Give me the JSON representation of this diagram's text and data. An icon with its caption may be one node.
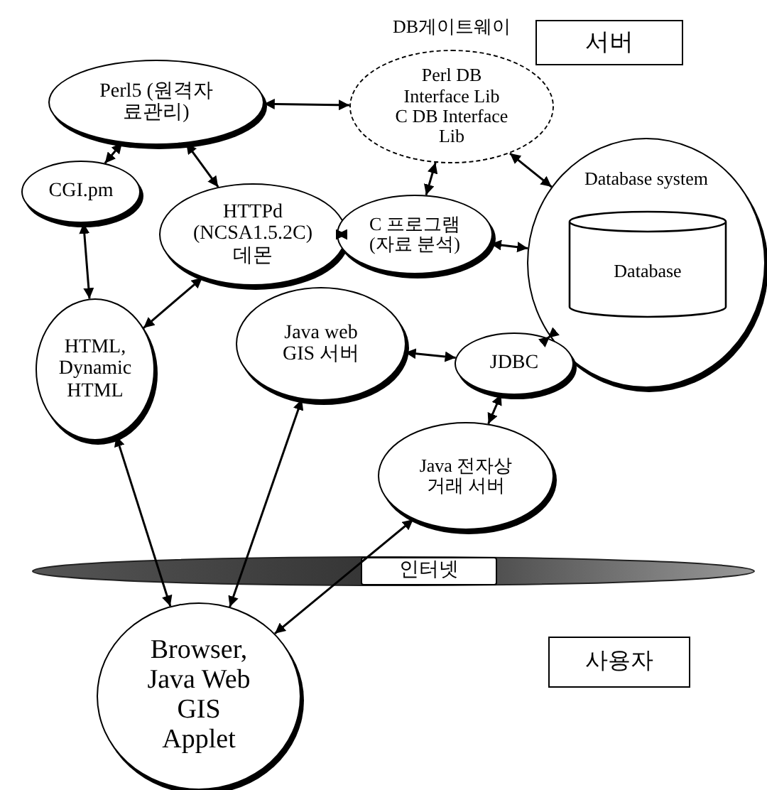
{
  "diagram": {
    "nodes": [
      {
        "text": [
          "Perl5 (원격자료관리)"
        ]
      },
      {
        "text": [
          "DB게이트웨이",
          "Perl DB Interface Lib",
          "C DB Interface Lib"
        ]
      },
      {
        "text": [
          "서버"
        ]
      },
      {
        "text": [
          "CGI.pm"
        ]
      },
      {
        "text": [
          "HTTPd (NCSA1.5.2C) 데몬"
        ]
      },
      {
        "text": [
          "C 프로그램 (자료 분석)"
        ]
      },
      {
        "text": [
          "Database system"
        ]
      },
      {
        "text": [
          "Database"
        ],
        "in": 6
      },
      {
        "text": [
          "HTML, Dynamic HTML"
        ]
      },
      {
        "text": [
          "Java web GIS 서버"
        ]
      },
      {
        "text": [
          "JDBC"
        ]
      },
      {
        "text": [
          "Java 전자상거래 서버"
        ]
      },
      {
        "text": [
          "인터넷"
        ]
      },
      {
        "text": [
          "Browser, Java Web GIS Applet"
        ]
      },
      {
        "text": [
          "사용자"
        ]
      }
    ],
    "edges": [
      {
        "from": 0,
        "to": 1,
        "arrow": "both"
      },
      {
        "from": 0,
        "to": 3,
        "arrow": "both"
      },
      {
        "from": 0,
        "to": 4,
        "arrow": "both"
      },
      {
        "from": 1,
        "to": 6,
        "arrow": "both"
      },
      {
        "from": 1,
        "to": 5,
        "arrow": "both"
      },
      {
        "from": 4,
        "to": 5,
        "arrow": "both"
      },
      {
        "from": 5,
        "to": 6,
        "arrow": "both"
      },
      {
        "from": 3,
        "to": 8,
        "arrow": "both"
      },
      {
        "from": 4,
        "to": 8,
        "arrow": "both"
      },
      {
        "from": 6,
        "to": 10,
        "arrow": "both"
      },
      {
        "from": 9,
        "to": 10,
        "arrow": "both"
      },
      {
        "from": 10,
        "to": 11,
        "arrow": "both"
      },
      {
        "from": 8,
        "to": 13,
        "arrow": "both"
      },
      {
        "from": 9,
        "to": 13,
        "arrow": "both"
      },
      {
        "from": 11,
        "to": 13,
        "arrow": "both"
      }
    ]
  }
}
